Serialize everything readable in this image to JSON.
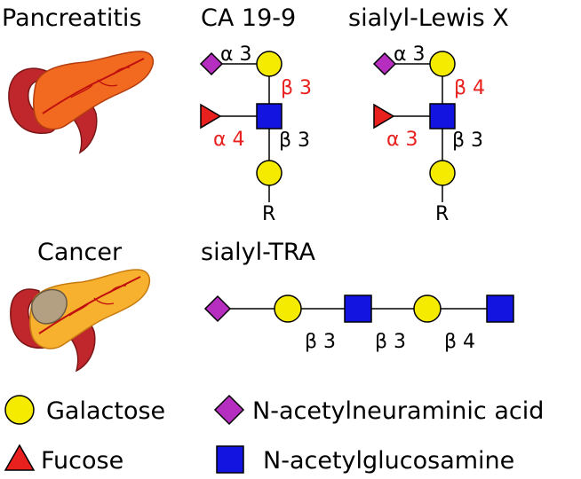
{
  "headings": {
    "pancreatitis": "Pancreatitis",
    "ca199": "CA 19-9",
    "slex": "sialyl-Lewis X",
    "cancer": "Cancer",
    "stra": "sialyl-TRA"
  },
  "ca199_links": {
    "neu_gal": "α 3",
    "gal_glc": "β 3",
    "fuc_glc": "α 4",
    "glc_gal": "β 3",
    "root": "R"
  },
  "slex_links": {
    "neu_gal": "α 3",
    "gal_glc": "β 4",
    "fuc_glc": "α 3",
    "glc_gal": "β 3",
    "root": "R"
  },
  "stra_links": [
    "β 3",
    "β 3",
    "β 4"
  ],
  "legend": {
    "galactose": "Galactose",
    "neu": "N-acetylneuraminic acid",
    "fucose": "Fucose",
    "glcnac": "N-acetylglucosamine"
  },
  "colors": {
    "galactose": "#f5eb00",
    "glcnac": "#1414e0",
    "neu": "#b62ec0",
    "fucose": "#e8201e",
    "pancreas_inflamed": "#f26a1f",
    "pancreas_tumor_body": "#f7b12f",
    "duodenum": "#c0272d"
  },
  "icons": [
    "pancreas-inflamed-icon",
    "pancreas-tumor-icon"
  ]
}
